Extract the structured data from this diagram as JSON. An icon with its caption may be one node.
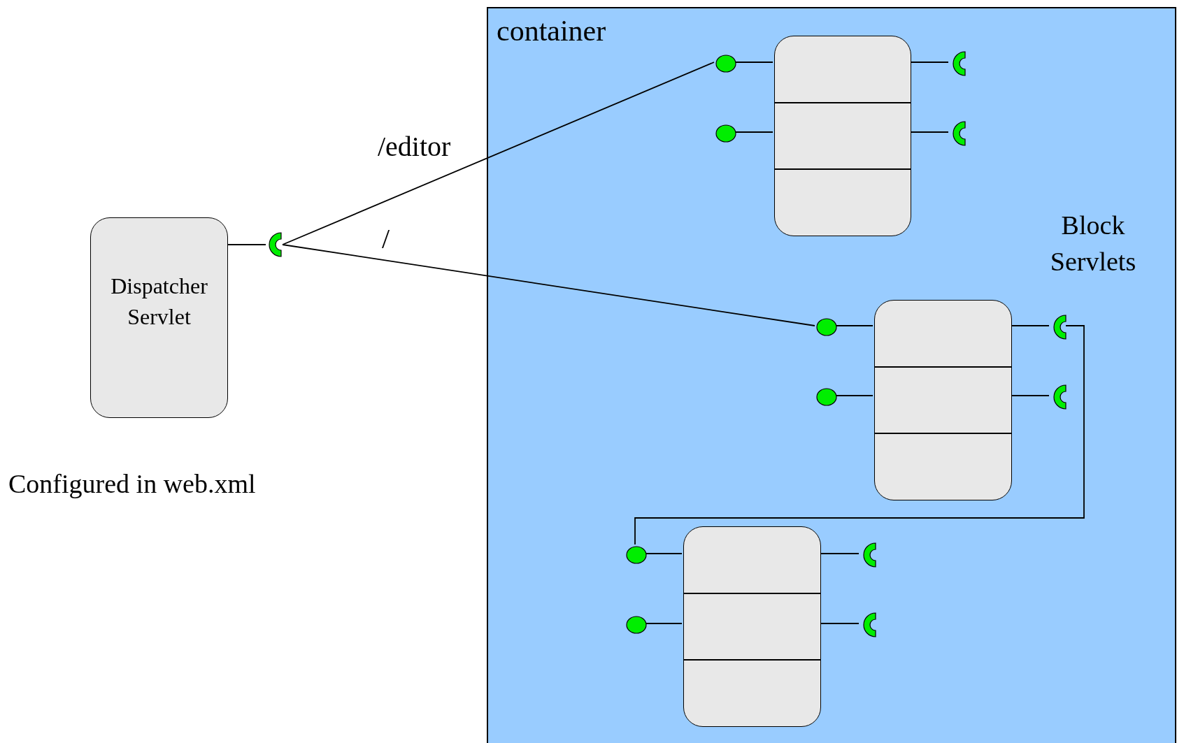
{
  "diagram": {
    "nodes": [
      {
        "text": [
          "container"
        ]
      },
      {
        "text": [
          "Dispatcher Servlet"
        ]
      },
      {
        "text": [],
        "shape": "arc"
      },
      {
        "text": [],
        "shape": "box",
        "in": 0
      },
      {
        "text": [],
        "shape": "circle",
        "in": 0
      },
      {
        "text": [],
        "shape": "circle",
        "in": 0
      },
      {
        "text": [],
        "shape": "arc",
        "in": 0
      },
      {
        "text": [],
        "shape": "arc",
        "in": 0
      },
      {
        "text": [],
        "shape": "box",
        "in": 0
      },
      {
        "text": [],
        "shape": "circle",
        "in": 0
      },
      {
        "text": [],
        "shape": "circle",
        "in": 0
      },
      {
        "text": [],
        "shape": "arc",
        "in": 0
      },
      {
        "text": [],
        "shape": "arc",
        "in": 0
      },
      {
        "text": [],
        "shape": "box",
        "in": 0
      },
      {
        "text": [],
        "shape": "circle",
        "in": 0
      },
      {
        "text": [],
        "shape": "circle",
        "in": 0
      },
      {
        "text": [],
        "shape": "arc",
        "in": 0
      },
      {
        "text": [],
        "shape": "arc",
        "in": 0
      }
    ],
    "edges": [
      {
        "from": 1,
        "to": 2,
        "arrow": "none"
      },
      {
        "from": 2,
        "to": 4,
        "arrow": "none",
        "label": "/editor"
      },
      {
        "from": 2,
        "to": 9,
        "arrow": "none",
        "label": "/"
      },
      {
        "from": 11,
        "to": 14,
        "arrow": "none"
      },
      {
        "from": 3,
        "to": 4,
        "arrow": "none"
      },
      {
        "from": 3,
        "to": 5,
        "arrow": "none"
      },
      {
        "from": 3,
        "to": 6,
        "arrow": "none"
      },
      {
        "from": 3,
        "to": 7,
        "arrow": "none"
      },
      {
        "from": 8,
        "to": 9,
        "arrow": "none"
      },
      {
        "from": 8,
        "to": 10,
        "arrow": "none"
      },
      {
        "from": 8,
        "to": 11,
        "arrow": "none"
      },
      {
        "from": 8,
        "to": 12,
        "arrow": "none"
      },
      {
        "from": 13,
        "to": 14,
        "arrow": "none"
      },
      {
        "from": 13,
        "to": 15,
        "arrow": "none"
      },
      {
        "from": 13,
        "to": 16,
        "arrow": "none"
      },
      {
        "from": 13,
        "to": 17,
        "arrow": "none"
      }
    ],
    "labels": [
      "Block Servlets",
      "Configured in web.xml"
    ]
  }
}
